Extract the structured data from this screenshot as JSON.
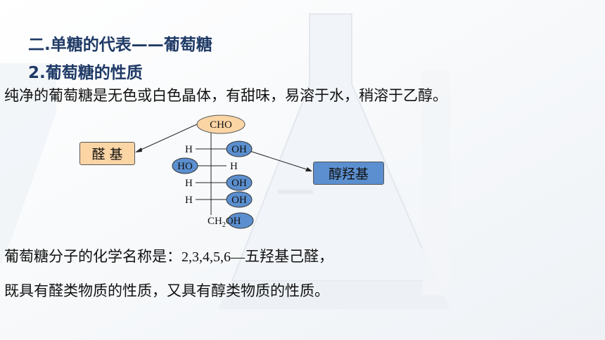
{
  "title": "二.单糖的代表——葡萄糖",
  "subtitle": "2.葡萄糖的性质",
  "intro": "纯净的葡萄糖是无色或白色晶体，有甜味，易溶于水，稍溶于乙醇。",
  "labels": {
    "aldehyde": "醛 基",
    "hydroxyl": "醇羟基"
  },
  "structure": {
    "top": "CHO",
    "rows": [
      {
        "left": "H",
        "right": "OH"
      },
      {
        "left": "HO",
        "right": "H"
      },
      {
        "left": "H",
        "right": "OH"
      },
      {
        "left": "H",
        "right": "OH"
      }
    ],
    "bottom_prefix": "CH",
    "bottom_sub": "2",
    "bottom_suffix": "OH"
  },
  "name_line": {
    "prefix": "葡萄糖分子的化学名称是：",
    "numbers": "2,3,4,5,6",
    "dash": "—",
    "suffix": "五羟基己醛，"
  },
  "property_line": "既具有醛类物质的性质，又具有醇类物质的性质。",
  "colors": {
    "title": "#1f3a66",
    "aldehyde_fill": "#fcd5a5",
    "hydroxyl_fill": "#5b8fcf"
  }
}
